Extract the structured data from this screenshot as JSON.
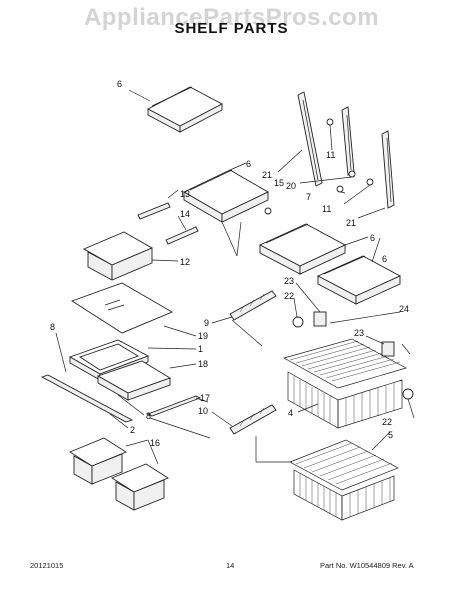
{
  "watermark": "AppliancePartsPros.com",
  "title": "SHELF PARTS",
  "footer": {
    "date": "20121015",
    "page": "14",
    "part": "Part No. W10544809  Rev. A"
  },
  "callouts": [
    "6",
    "11",
    "6",
    "21",
    "15",
    "20",
    "7",
    "11",
    "21",
    "13",
    "14",
    "12",
    "6",
    "6",
    "23",
    "22",
    "9",
    "24",
    "23",
    "8",
    "19",
    "1",
    "18",
    "17",
    "10",
    "4",
    "22",
    "5",
    "2",
    "8",
    "16"
  ]
}
